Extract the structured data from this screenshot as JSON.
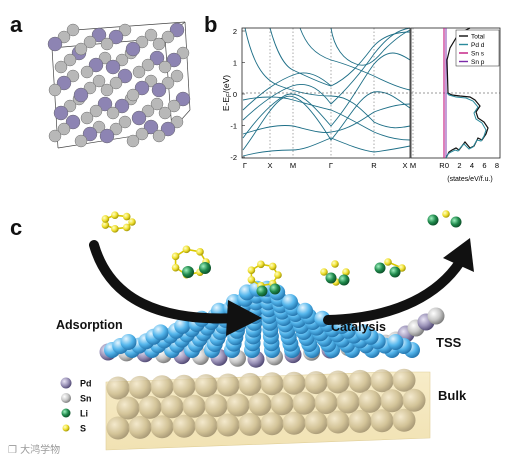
{
  "panels": {
    "a": "a",
    "b": "b",
    "c": "c"
  },
  "band_plot": {
    "ylabel": "E-E",
    "ylabel_sub": "F",
    "ylabel_unit": "/(eV)",
    "yticks": [
      "2",
      "1",
      "0",
      "-1",
      "-2"
    ],
    "kpoints": [
      "Γ",
      "X",
      "M",
      "Γ",
      "R",
      "X",
      "M",
      "R"
    ]
  },
  "dos_plot": {
    "xlabel": "(states/eV/f.u.)",
    "xticks": [
      "0",
      "2",
      "4",
      "6",
      "8"
    ],
    "legend": [
      {
        "label": "Total",
        "color": "#111111"
      },
      {
        "label": "Pd d",
        "color": "#2a8a9c"
      },
      {
        "label": "Sn s",
        "color": "#c21880"
      },
      {
        "label": "Sn p",
        "color": "#7b2aa8"
      }
    ]
  },
  "chart_data": {
    "type": "line",
    "title": "",
    "ylabel": "E-EF/(eV)",
    "ylim": [
      -2,
      2
    ],
    "x": [
      "Γ",
      "X",
      "M",
      "Γ",
      "R",
      "X",
      "M",
      "R"
    ],
    "series": []
  },
  "scheme": {
    "adsorption": "Adsorption",
    "catalysis": "Catalysis",
    "tss": "TSS",
    "bulk": "Bulk"
  },
  "legend_atoms": [
    {
      "label": "Pd",
      "color": "#9b93b8"
    },
    {
      "label": "Sn",
      "color": "#bdbdbd"
    },
    {
      "label": "Li",
      "color": "#1f8a4c"
    },
    {
      "label": "S",
      "color": "#f0e030"
    }
  ],
  "watermark": "大鸿学物"
}
